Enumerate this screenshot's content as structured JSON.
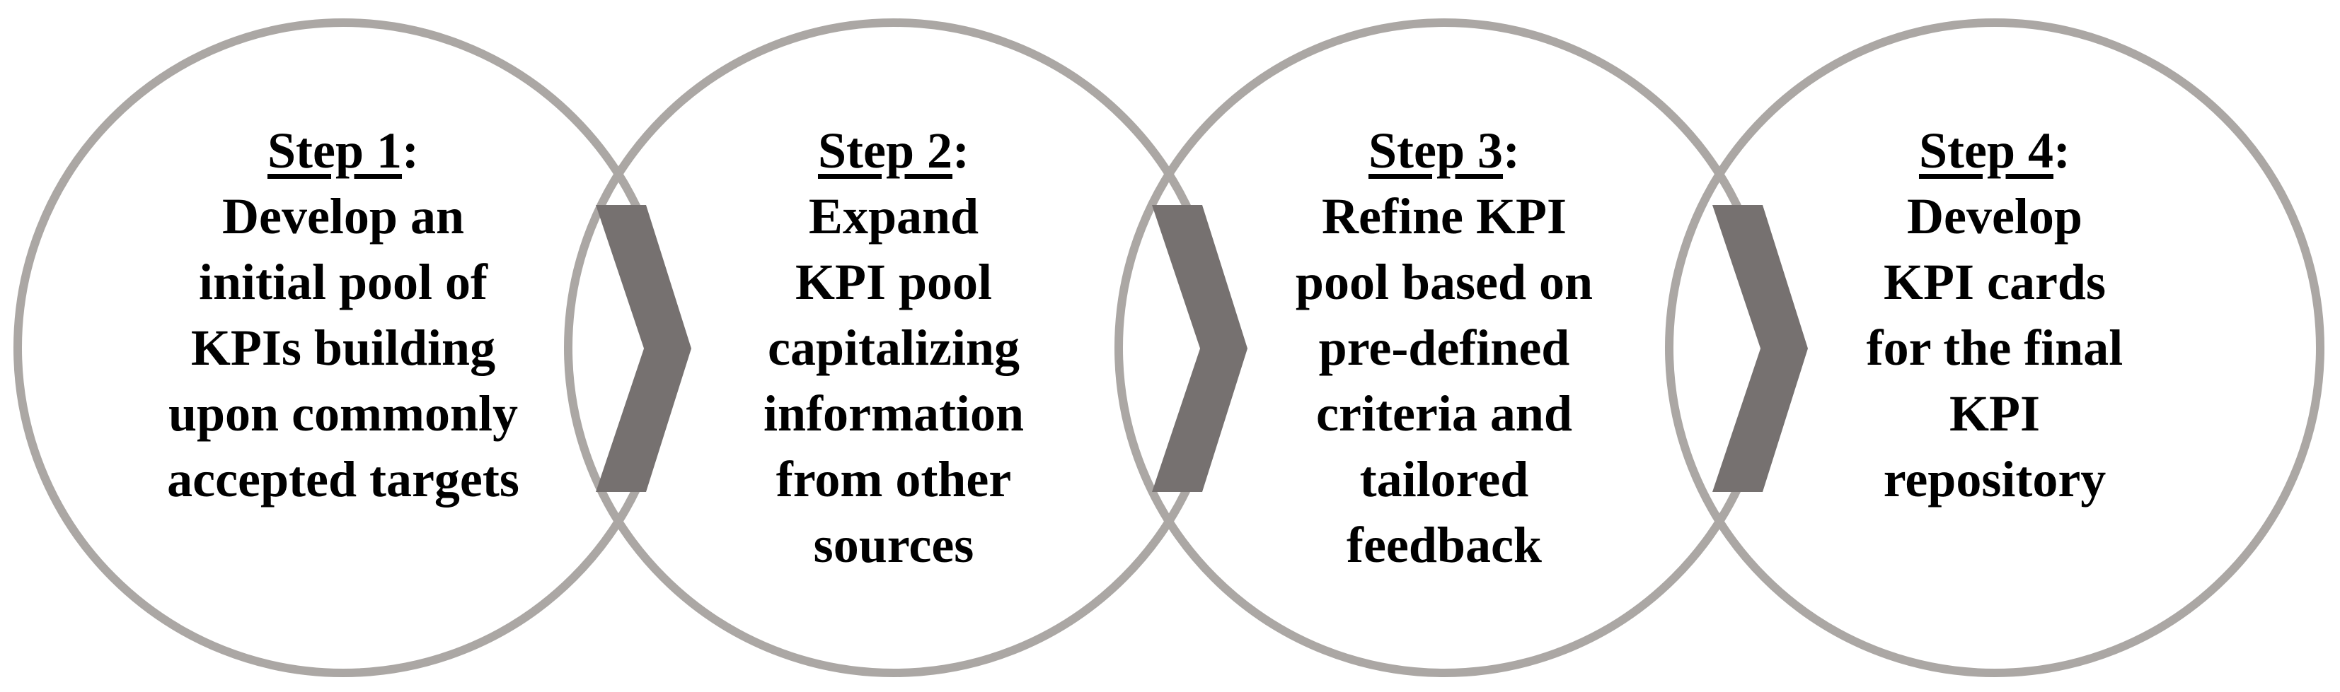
{
  "colors": {
    "background": "#ffffff",
    "circle_outline": "#aba7a4",
    "chevron_fill": "#767170",
    "text": "#000000"
  },
  "chevron_icon": "chevron-right-icon",
  "steps": [
    {
      "label": "Step 1",
      "colon": ":",
      "lines": [
        "Develop an",
        "initial pool of",
        "KPIs building",
        "upon commonly",
        "accepted targets"
      ]
    },
    {
      "label": "Step 2",
      "colon": ":",
      "lines": [
        "Expand",
        "KPI pool",
        "capitalizing",
        "information",
        "from other",
        "sources"
      ]
    },
    {
      "label": "Step 3",
      "colon": ":",
      "lines": [
        "Refine KPI",
        "pool based on",
        "pre-defined",
        "criteria and",
        "tailored",
        "feedback"
      ]
    },
    {
      "label": "Step 4",
      "colon": ":",
      "lines": [
        "Develop",
        "KPI cards",
        "for the final",
        "KPI",
        "repository"
      ]
    }
  ]
}
